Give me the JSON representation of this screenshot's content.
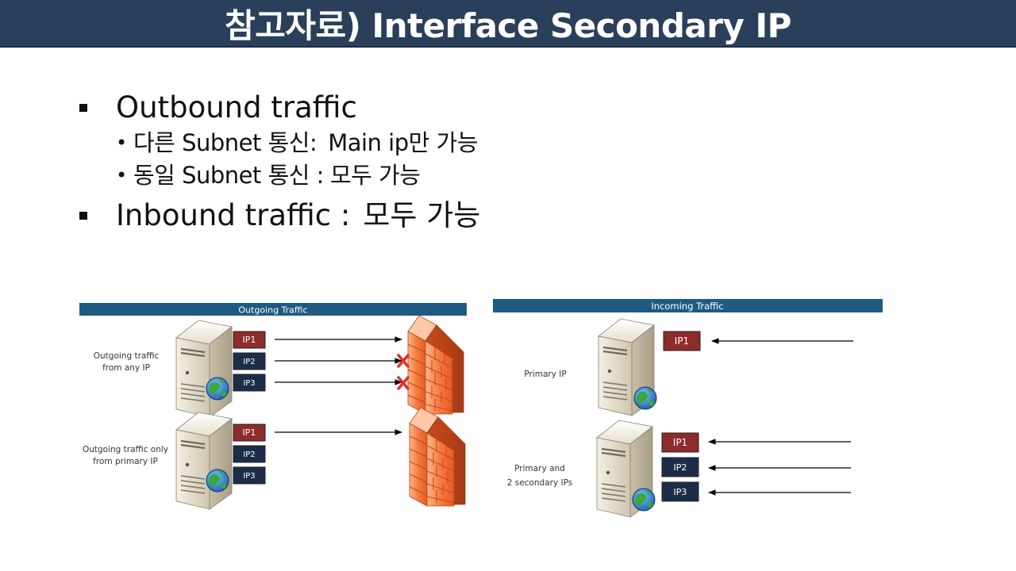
{
  "title": "참고자료) Interface Secondary IP",
  "bullets": {
    "outbound_heading": "Outbound traffic",
    "outbound_sub1_a": "다른 Subnet 통신:",
    "outbound_sub1_b": "Main ip만 가능",
    "outbound_sub2_a": "동일 Subnet 통신 :",
    "outbound_sub2_b": "모두 가능",
    "inbound_a": "Inbound traffic :",
    "inbound_b": "모두 가능"
  },
  "outgoing": {
    "header": "Outgoing Traffic",
    "row1_label_line1": "Outgoing traffic",
    "row1_label_line2": "from any IP",
    "row2_label_line1": "Outgoing traffic only",
    "row2_label_line2": "from primary IP"
  },
  "incoming": {
    "header": "Incoming Traffic",
    "row1_label": "Primary IP",
    "row2_label_line1": "Primary and",
    "row2_label_line2": "2 secondary IPs"
  },
  "ip_labels": {
    "ip1": "IP1",
    "ip2": "IP2",
    "ip3": "IP3"
  },
  "colors": {
    "title_bg": "#2a3f5a",
    "panel_header": "#1f5a82",
    "ip_primary": "#8e2b2b",
    "ip_secondary": "#1c2d48",
    "blocked_x": "#e0302a",
    "firewall": "#f06a30"
  }
}
